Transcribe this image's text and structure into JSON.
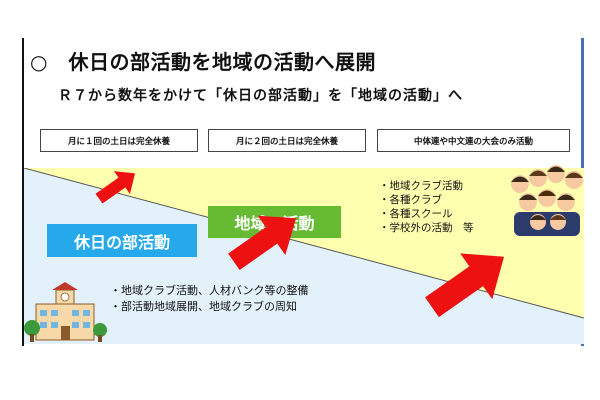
{
  "title": "○　休日の部活動を地域の活動へ展開",
  "subtitle": "Ｒ７から数年をかけて「休日の部活動」を「地域の活動」へ",
  "stages": [
    "月に１回の土日は完全休養",
    "月に２回の土日は完全休養",
    "中体連や中文連の大会のみ活動"
  ],
  "labels": {
    "chiiki": "地域の活動",
    "kyujitsu": "休日の部活動"
  },
  "chiiki_bullets": [
    "・地域クラブ活動",
    "・各種クラブ",
    "・各種スクール",
    "・学校外の活動　等"
  ],
  "kyujitsu_bullets": [
    "・地域クラブ活動、人材バンク等の整備",
    "・部活動地域展開、地域クラブの周知"
  ],
  "colors": {
    "yellow_band": "#ffffb0",
    "blue_band": "#e3f1fb",
    "chiiki_label": "#66bb33",
    "kyujitsu_label": "#26a9ea",
    "arrow": "#ee1111"
  },
  "icons": [
    "school-building-icon",
    "students-crowd-icon",
    "up-right-arrow-icon"
  ]
}
